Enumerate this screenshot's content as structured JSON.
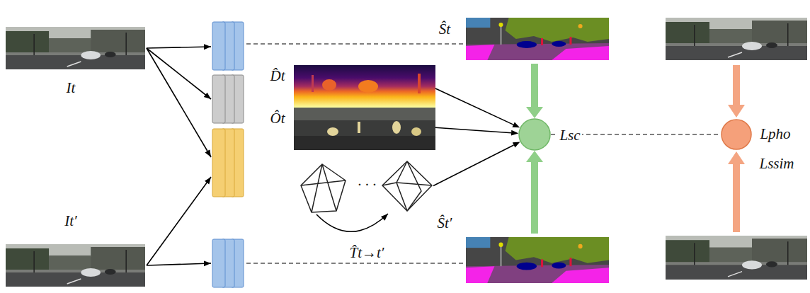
{
  "diagram": {
    "nodes": [
      {
        "text": [
          "It"
        ]
      },
      {
        "text": [
          "It′"
        ]
      },
      {
        "text": [
          "Ŝt"
        ]
      },
      {
        "text": [
          "D̂t"
        ]
      },
      {
        "text": [
          "Ôt"
        ]
      },
      {
        "text": [
          "T̂t→t′"
        ]
      },
      {
        "text": [
          "Ŝt′"
        ]
      },
      {
        "text": [
          "Lsc"
        ]
      },
      {
        "text": [
          "Lpho",
          "Lssim"
        ]
      }
    ],
    "edges": [
      {
        "from": 3,
        "to": 7,
        "arrow": "to"
      },
      {
        "from": 4,
        "to": 7,
        "arrow": "to"
      },
      {
        "from": 5,
        "to": 7,
        "arrow": "to"
      },
      {
        "from": 2,
        "to": 7,
        "arrow": "to"
      },
      {
        "from": 6,
        "to": 7,
        "arrow": "to"
      },
      {
        "from": 7,
        "to": 8,
        "arrow": "none"
      }
    ],
    "labels": [
      "· · ·"
    ]
  }
}
